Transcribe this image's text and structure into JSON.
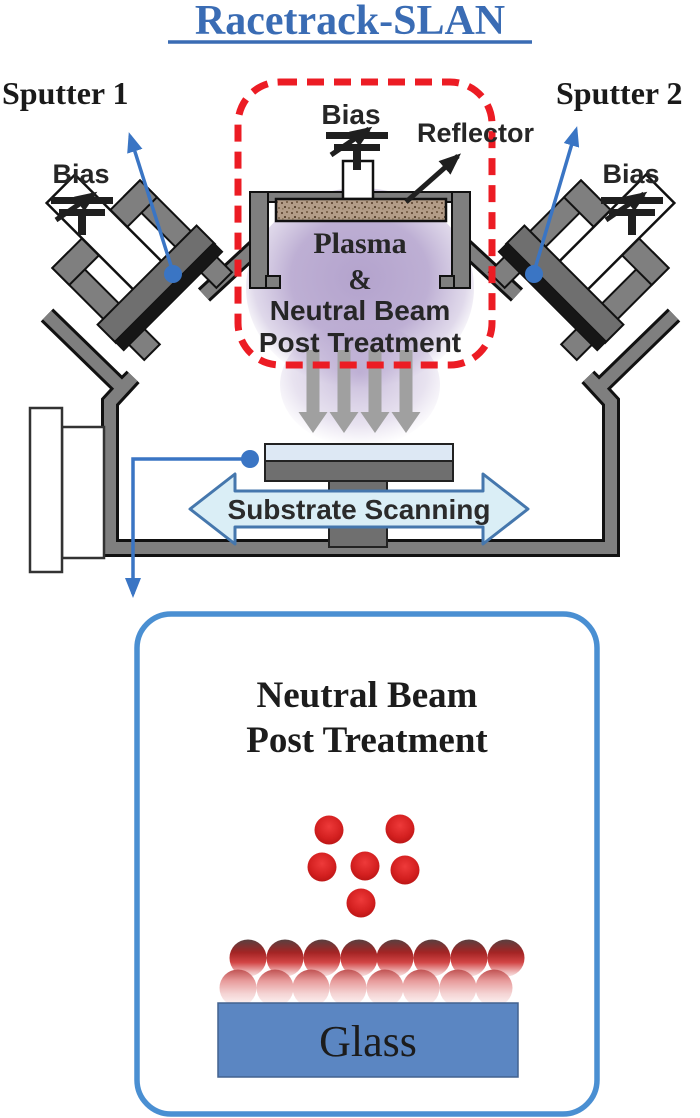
{
  "title": "Racetrack-SLAN",
  "labels": {
    "sputter1": "Sputter 1",
    "sputter2": "Sputter 2",
    "bias": "Bias",
    "reflector": "Reflector",
    "plasma_line1": "Plasma",
    "plasma_amp": "&",
    "plasma_line2": "Neutral Beam",
    "plasma_line3": "Post Treatment",
    "substrate_scanning": "Substrate Scanning"
  },
  "bottom_box": {
    "title_line1": "Neutral Beam",
    "title_line2": "Post Treatment",
    "glass_label": "Glass"
  },
  "colors": {
    "title_blue": "#3a6cb4",
    "annotation_blue": "#3a75c4",
    "dashed_red": "#ec1c24",
    "plasma_purple": "#b2a1cc",
    "chamber_gray": "#7f7f7f",
    "beam_arrow_gray": "#a0a0a0",
    "scan_arrow_fill": "#daeef6",
    "scan_arrow_stroke": "#4577ad",
    "box_border_blue": "#4a8fd2",
    "glass_blue": "#5b86c2",
    "sphere_red": "#d42020",
    "reflector_tan": "#b39c88"
  }
}
